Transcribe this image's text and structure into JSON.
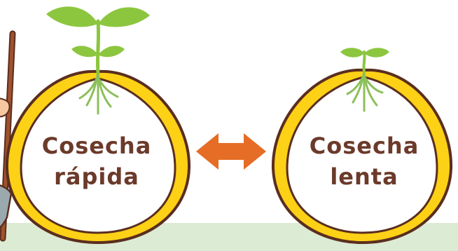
{
  "labels": {
    "fast": {
      "line1": "Cosecha",
      "line2": "rápida"
    },
    "slow": {
      "line1": "Cosecha",
      "line2": "lenta"
    }
  },
  "colors": {
    "ground": "#dcebd3",
    "seed_ring": "#fcd116",
    "outline": "#5a2e1f",
    "leaf": "#8cc63f",
    "root": "#8cbf5a",
    "arrow": "#e56d25",
    "text": "#6b3a2a",
    "tool_handle": "#a0522d",
    "tool_blade": "#9aa9ad",
    "hand": "#f6c7a0"
  },
  "icons": {
    "fast_sprout": "large-sprout-icon",
    "slow_sprout": "small-sprout-icon",
    "arrow": "double-arrow-icon",
    "tool": "shovel-icon"
  }
}
